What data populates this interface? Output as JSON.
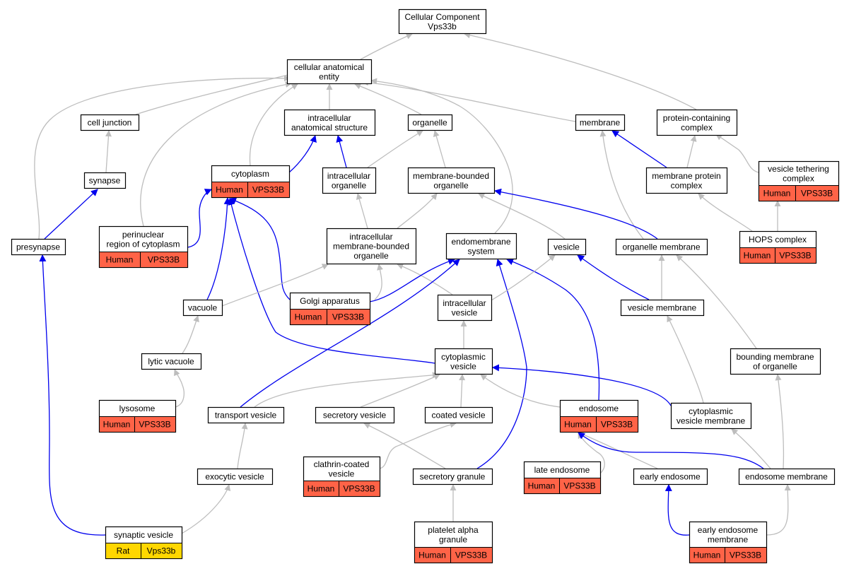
{
  "colors": {
    "is_a_edge": "#bdbdbd",
    "part_of_edge": "#0000ee",
    "human_annotation": "#ff6347",
    "rat_annotation": "#ffd700",
    "node_border": "#000000",
    "background": "#ffffff"
  },
  "nodes": [
    {
      "id": "root",
      "lines": [
        "Cellular Component",
        "Vps33b"
      ]
    },
    {
      "id": "cae",
      "lines": [
        "cellular anatomical",
        "entity"
      ]
    },
    {
      "id": "cell_junction",
      "lines": [
        "cell junction"
      ]
    },
    {
      "id": "ias",
      "lines": [
        "intracellular",
        "anatomical structure"
      ]
    },
    {
      "id": "organelle",
      "lines": [
        "organelle"
      ]
    },
    {
      "id": "membrane",
      "lines": [
        "membrane"
      ]
    },
    {
      "id": "pcc",
      "lines": [
        "protein-containing",
        "complex"
      ]
    },
    {
      "id": "synapse",
      "lines": [
        "synapse"
      ]
    },
    {
      "id": "cytoplasm",
      "lines": [
        "cytoplasm"
      ],
      "annot": {
        "species": "Human",
        "gene": "VPS33B",
        "color": "#ff6347"
      }
    },
    {
      "id": "io",
      "lines": [
        "intracellular",
        "organelle"
      ]
    },
    {
      "id": "mbo",
      "lines": [
        "membrane-bounded",
        "organelle"
      ]
    },
    {
      "id": "mpc",
      "lines": [
        "membrane protein",
        "complex"
      ]
    },
    {
      "id": "vtc",
      "lines": [
        "vesicle tethering",
        "complex"
      ],
      "annot": {
        "species": "Human",
        "gene": "VPS33B",
        "color": "#ff6347"
      }
    },
    {
      "id": "presynapse",
      "lines": [
        "presynapse"
      ]
    },
    {
      "id": "perinuclear",
      "lines": [
        "perinuclear",
        "region of cytoplasm"
      ],
      "annot": {
        "species": "Human",
        "gene": "VPS33B",
        "color": "#ff6347"
      }
    },
    {
      "id": "imbo",
      "lines": [
        "intracellular",
        "membrane-bounded",
        "organelle"
      ]
    },
    {
      "id": "endomembrane",
      "lines": [
        "endomembrane",
        "system"
      ]
    },
    {
      "id": "vesicle",
      "lines": [
        "vesicle"
      ]
    },
    {
      "id": "org_membrane",
      "lines": [
        "organelle membrane"
      ]
    },
    {
      "id": "hops",
      "lines": [
        "HOPS complex"
      ],
      "annot": {
        "species": "Human",
        "gene": "VPS33B",
        "color": "#ff6347"
      }
    },
    {
      "id": "golgi",
      "lines": [
        "Golgi apparatus"
      ],
      "annot": {
        "species": "Human",
        "gene": "VPS33B",
        "color": "#ff6347"
      }
    },
    {
      "id": "vacuole",
      "lines": [
        "vacuole"
      ]
    },
    {
      "id": "iv",
      "lines": [
        "intracellular",
        "vesicle"
      ]
    },
    {
      "id": "ves_membrane",
      "lines": [
        "vesicle membrane"
      ]
    },
    {
      "id": "lytic_vacuole",
      "lines": [
        "lytic vacuole"
      ]
    },
    {
      "id": "cyto_vesicle",
      "lines": [
        "cytoplasmic",
        "vesicle"
      ]
    },
    {
      "id": "bmo",
      "lines": [
        "bounding membrane",
        "of organelle"
      ]
    },
    {
      "id": "lysosome",
      "lines": [
        "lysosome"
      ],
      "annot": {
        "species": "Human",
        "gene": "VPS33B",
        "color": "#ff6347"
      }
    },
    {
      "id": "transport_vesicle",
      "lines": [
        "transport vesicle"
      ]
    },
    {
      "id": "secretory_vesicle",
      "lines": [
        "secretory vesicle"
      ]
    },
    {
      "id": "coated_vesicle",
      "lines": [
        "coated vesicle"
      ]
    },
    {
      "id": "endosome",
      "lines": [
        "endosome"
      ],
      "annot": {
        "species": "Human",
        "gene": "VPS33B",
        "color": "#ff6347"
      }
    },
    {
      "id": "cvm",
      "lines": [
        "cytoplasmic",
        "vesicle membrane"
      ]
    },
    {
      "id": "exocytic_vesicle",
      "lines": [
        "exocytic vesicle"
      ]
    },
    {
      "id": "ccv",
      "lines": [
        "clathrin-coated",
        "vesicle"
      ],
      "annot": {
        "species": "Human",
        "gene": "VPS33B",
        "color": "#ff6347"
      }
    },
    {
      "id": "secretory_granule",
      "lines": [
        "secretory granule"
      ]
    },
    {
      "id": "late_endosome",
      "lines": [
        "late endosome"
      ],
      "annot": {
        "species": "Human",
        "gene": "VPS33B",
        "color": "#ff6347"
      }
    },
    {
      "id": "early_endosome",
      "lines": [
        "early endosome"
      ]
    },
    {
      "id": "endosome_membrane",
      "lines": [
        "endosome membrane"
      ]
    },
    {
      "id": "synaptic_vesicle",
      "lines": [
        "synaptic vesicle"
      ],
      "annot": {
        "species": "Rat",
        "gene": "Vps33b",
        "color": "#ffd700"
      }
    },
    {
      "id": "platelet",
      "lines": [
        "platelet alpha",
        "granule"
      ],
      "annot": {
        "species": "Human",
        "gene": "VPS33B",
        "color": "#ff6347"
      }
    },
    {
      "id": "eem",
      "lines": [
        "early endosome",
        "membrane"
      ],
      "annot": {
        "species": "Human",
        "gene": "VPS33B",
        "color": "#ff6347"
      }
    }
  ],
  "edges": [
    {
      "from": "cae",
      "to": "root",
      "type": "is_a"
    },
    {
      "from": "pcc",
      "to": "root",
      "type": "is_a"
    },
    {
      "from": "cell_junction",
      "to": "cae",
      "type": "is_a"
    },
    {
      "from": "ias",
      "to": "cae",
      "type": "is_a"
    },
    {
      "from": "organelle",
      "to": "cae",
      "type": "is_a"
    },
    {
      "from": "membrane",
      "to": "cae",
      "type": "is_a"
    },
    {
      "from": "cytoplasm",
      "to": "cae",
      "type": "is_a"
    },
    {
      "from": "perinuclear",
      "to": "cae",
      "type": "is_a"
    },
    {
      "from": "presynapse",
      "to": "cae",
      "type": "is_a"
    },
    {
      "from": "endomembrane",
      "to": "cae",
      "type": "is_a"
    },
    {
      "from": "synapse",
      "to": "cell_junction",
      "type": "is_a"
    },
    {
      "from": "presynapse",
      "to": "synapse",
      "type": "part_of"
    },
    {
      "from": "cytoplasm",
      "to": "ias",
      "type": "part_of"
    },
    {
      "from": "io",
      "to": "ias",
      "type": "part_of"
    },
    {
      "from": "io",
      "to": "organelle",
      "type": "is_a"
    },
    {
      "from": "mbo",
      "to": "organelle",
      "type": "is_a"
    },
    {
      "from": "mpc",
      "to": "pcc",
      "type": "is_a"
    },
    {
      "from": "vtc",
      "to": "pcc",
      "type": "is_a"
    },
    {
      "from": "mpc",
      "to": "membrane",
      "type": "part_of"
    },
    {
      "from": "org_membrane",
      "to": "membrane",
      "type": "is_a"
    },
    {
      "from": "perinuclear",
      "to": "cytoplasm",
      "type": "part_of"
    },
    {
      "from": "vacuole",
      "to": "cytoplasm",
      "type": "part_of"
    },
    {
      "from": "golgi",
      "to": "cytoplasm",
      "type": "part_of"
    },
    {
      "from": "cyto_vesicle",
      "to": "cytoplasm",
      "type": "part_of"
    },
    {
      "from": "imbo",
      "to": "io",
      "type": "is_a"
    },
    {
      "from": "imbo",
      "to": "mbo",
      "type": "is_a"
    },
    {
      "from": "vesicle",
      "to": "mbo",
      "type": "is_a"
    },
    {
      "from": "org_membrane",
      "to": "mbo",
      "type": "part_of"
    },
    {
      "from": "hops",
      "to": "mpc",
      "type": "is_a"
    },
    {
      "from": "hops",
      "to": "vtc",
      "type": "is_a"
    },
    {
      "from": "golgi",
      "to": "imbo",
      "type": "is_a"
    },
    {
      "from": "vacuole",
      "to": "imbo",
      "type": "is_a"
    },
    {
      "from": "iv",
      "to": "imbo",
      "type": "is_a"
    },
    {
      "from": "golgi",
      "to": "endomembrane",
      "type": "part_of"
    },
    {
      "from": "transport_vesicle",
      "to": "endomembrane",
      "type": "part_of"
    },
    {
      "from": "secretory_granule",
      "to": "endomembrane",
      "type": "part_of"
    },
    {
      "from": "endosome",
      "to": "endomembrane",
      "type": "part_of"
    },
    {
      "from": "iv",
      "to": "vesicle",
      "type": "is_a"
    },
    {
      "from": "ves_membrane",
      "to": "vesicle",
      "type": "part_of"
    },
    {
      "from": "ves_membrane",
      "to": "org_membrane",
      "type": "is_a"
    },
    {
      "from": "bmo",
      "to": "org_membrane",
      "type": "is_a"
    },
    {
      "from": "lytic_vacuole",
      "to": "vacuole",
      "type": "is_a"
    },
    {
      "from": "cyto_vesicle",
      "to": "iv",
      "type": "is_a"
    },
    {
      "from": "cvm",
      "to": "ves_membrane",
      "type": "is_a"
    },
    {
      "from": "lysosome",
      "to": "lytic_vacuole",
      "type": "is_a"
    },
    {
      "from": "transport_vesicle",
      "to": "cyto_vesicle",
      "type": "is_a"
    },
    {
      "from": "secretory_vesicle",
      "to": "cyto_vesicle",
      "type": "is_a"
    },
    {
      "from": "coated_vesicle",
      "to": "cyto_vesicle",
      "type": "is_a"
    },
    {
      "from": "endosome",
      "to": "cyto_vesicle",
      "type": "is_a"
    },
    {
      "from": "cvm",
      "to": "cyto_vesicle",
      "type": "part_of"
    },
    {
      "from": "endosome_membrane",
      "to": "bmo",
      "type": "is_a"
    },
    {
      "from": "exocytic_vesicle",
      "to": "transport_vesicle",
      "type": "is_a"
    },
    {
      "from": "ccv",
      "to": "coated_vesicle",
      "type": "is_a"
    },
    {
      "from": "secretory_granule",
      "to": "secretory_vesicle",
      "type": "is_a"
    },
    {
      "from": "late_endosome",
      "to": "endosome",
      "type": "is_a"
    },
    {
      "from": "early_endosome",
      "to": "endosome",
      "type": "is_a"
    },
    {
      "from": "endosome_membrane",
      "to": "endosome",
      "type": "part_of"
    },
    {
      "from": "endosome_membrane",
      "to": "cvm",
      "type": "is_a"
    },
    {
      "from": "synaptic_vesicle",
      "to": "exocytic_vesicle",
      "type": "is_a"
    },
    {
      "from": "synaptic_vesicle",
      "to": "presynapse",
      "type": "part_of"
    },
    {
      "from": "platelet",
      "to": "secretory_granule",
      "type": "is_a"
    },
    {
      "from": "eem",
      "to": "early_endosome",
      "type": "part_of"
    },
    {
      "from": "eem",
      "to": "endosome_membrane",
      "type": "is_a"
    }
  ]
}
